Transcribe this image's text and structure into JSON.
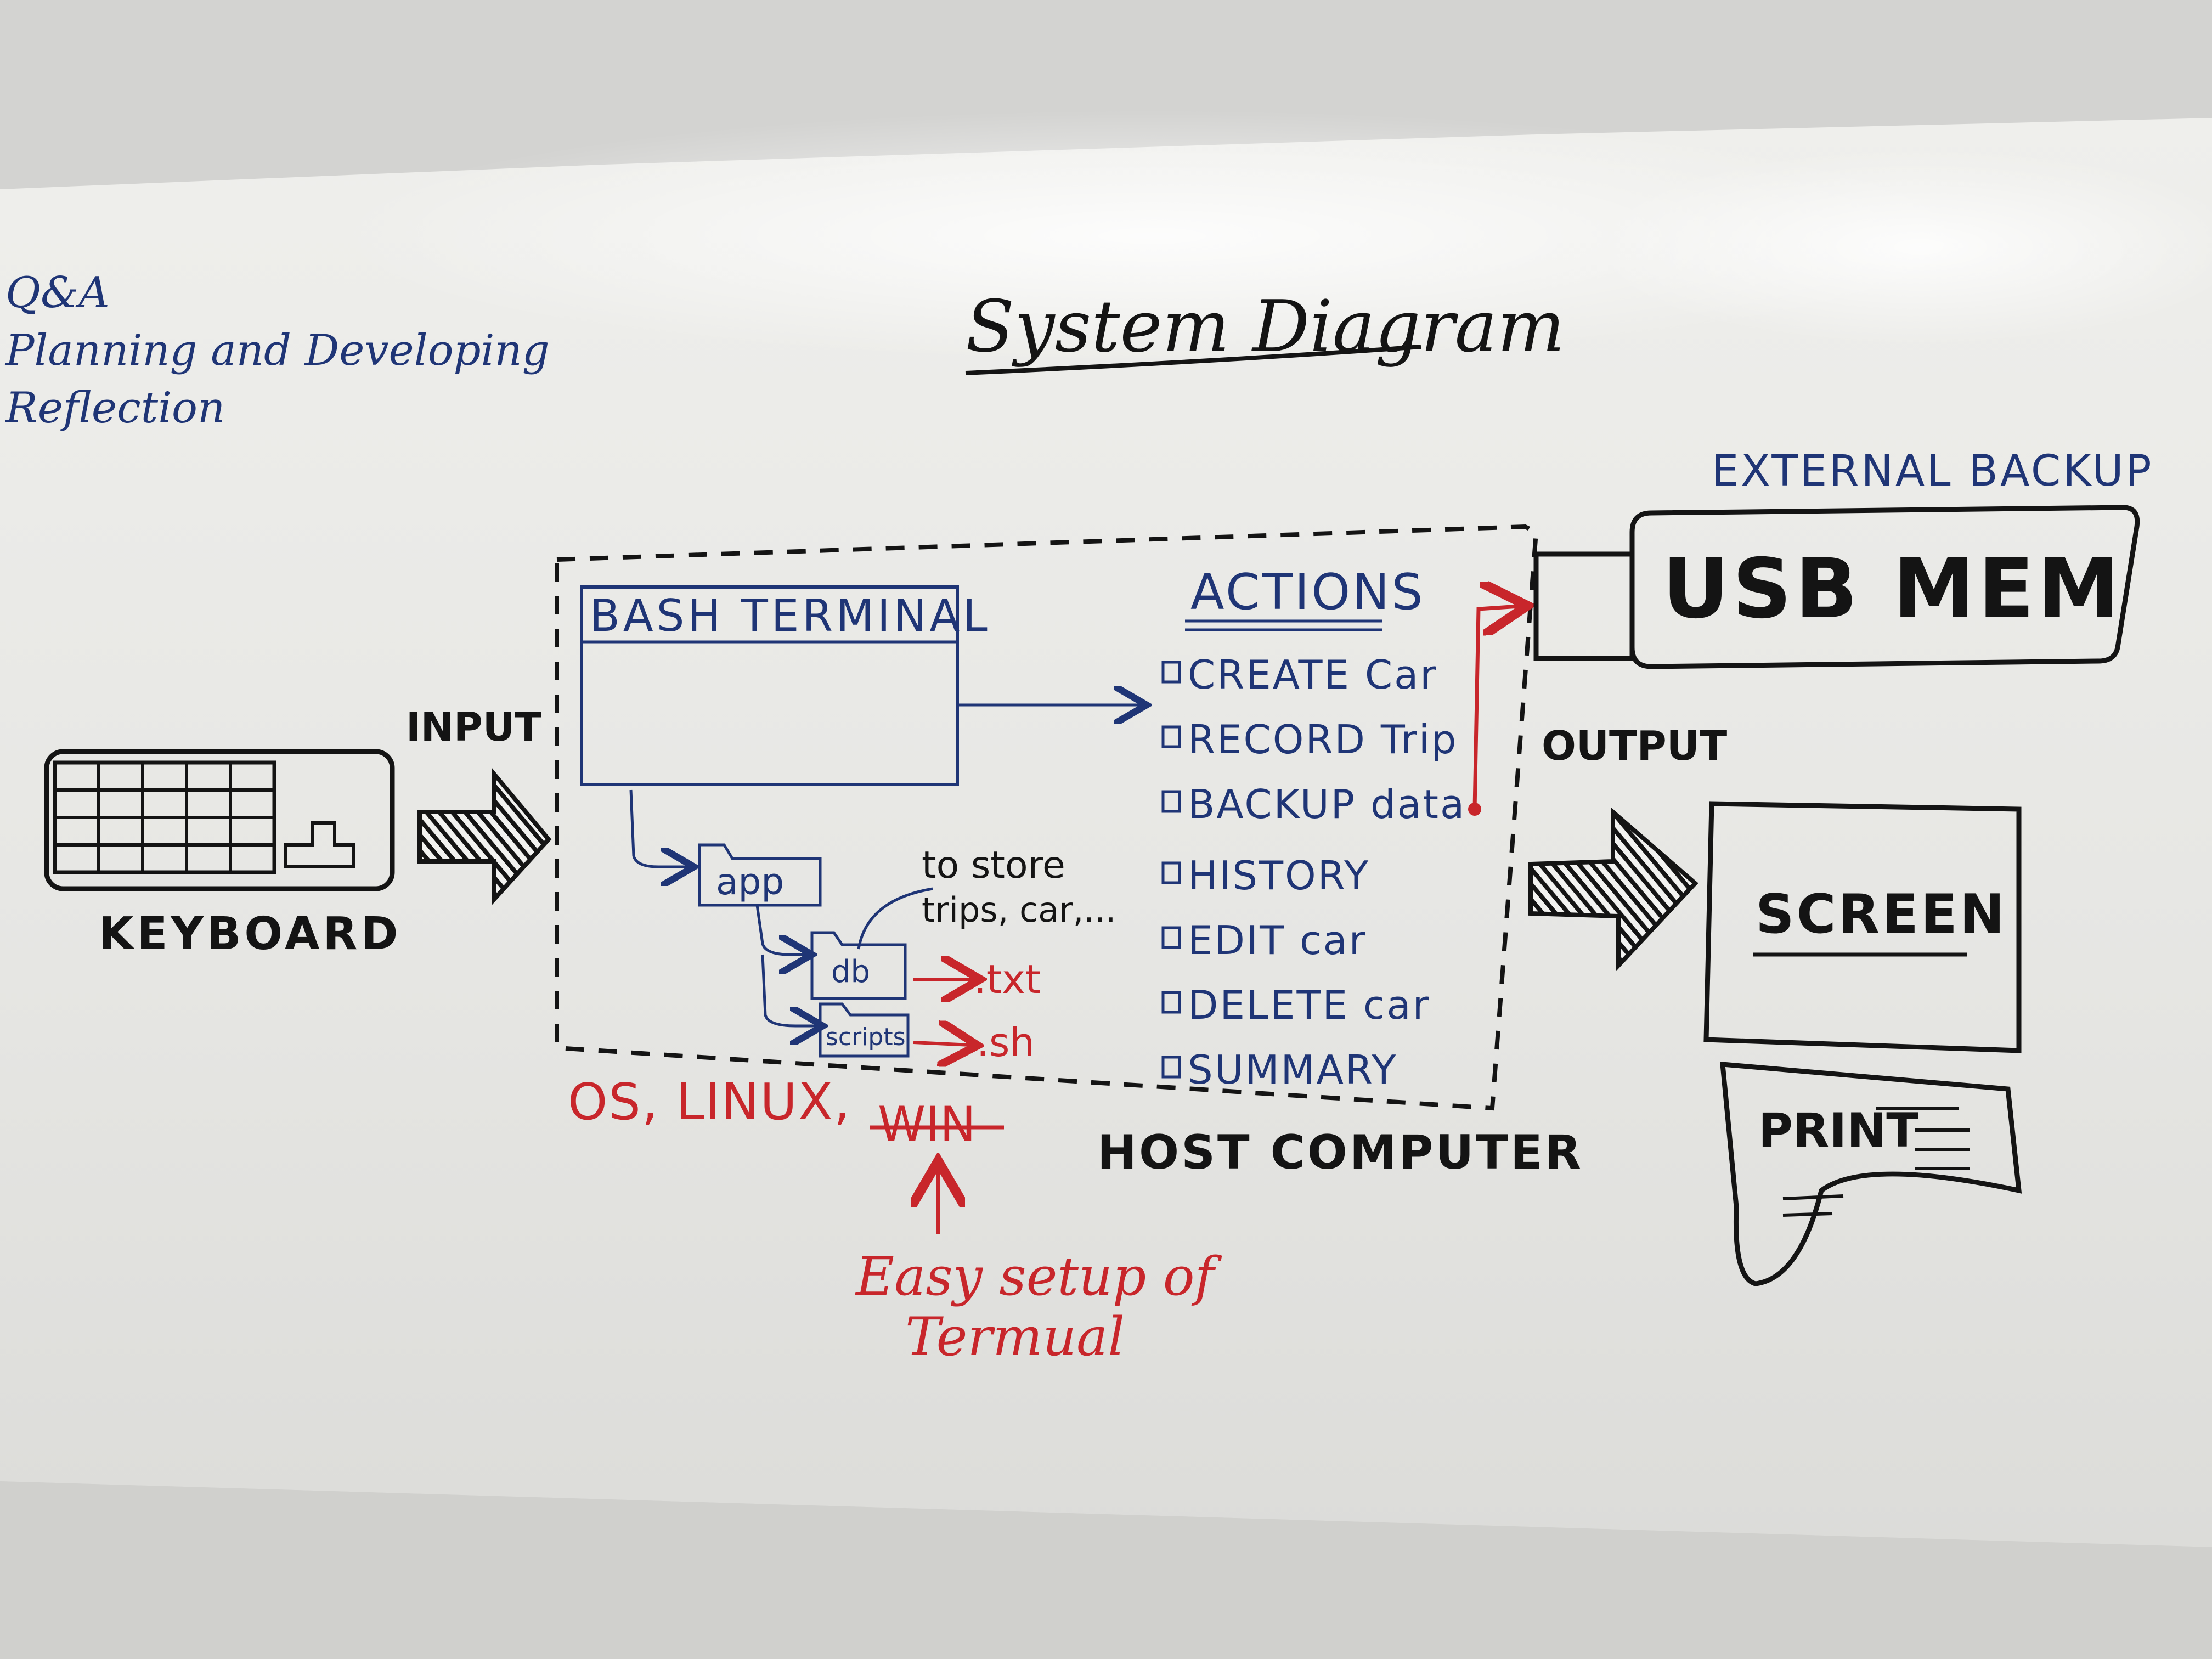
{
  "board": {
    "title": "System Diagram",
    "agenda": [
      "Q&A",
      "Planning and Developing",
      "Reflection"
    ]
  },
  "colors": {
    "black_marker": "#141414",
    "blue_marker": "#1f3576",
    "red_marker": "#c8262b",
    "board": "#e9e9e6"
  },
  "nodes": {
    "keyboard_label": "KEYBOARD",
    "input_label": "INPUT",
    "output_label": "OUTPUT",
    "bash_terminal_label": "BASH TERMINAL",
    "actions_heading": "ACTIONS",
    "external_backup_label": "EXTERNAL BACKUP",
    "usb_label": "USB MEM",
    "screen_label": "SCREEN",
    "print_label": "PRINT",
    "host_label": "HOST COMPUTER"
  },
  "actions": [
    "CREATE Car",
    "RECORD Trip",
    "BACKUP data",
    "HISTORY",
    "EDIT car",
    "DELETE car",
    "SUMMARY"
  ],
  "folders": {
    "app": "app",
    "db": "db",
    "scripts": "scripts",
    "db_ext": ".txt",
    "scripts_ext": ".sh",
    "db_note_line1": "to store",
    "db_note_line2": "trips, car,..."
  },
  "os_note": {
    "prefix": "OS, LINUX,",
    "struck": "WIN",
    "annotation_line1": "Easy setup of",
    "annotation_line2": "Termual"
  }
}
